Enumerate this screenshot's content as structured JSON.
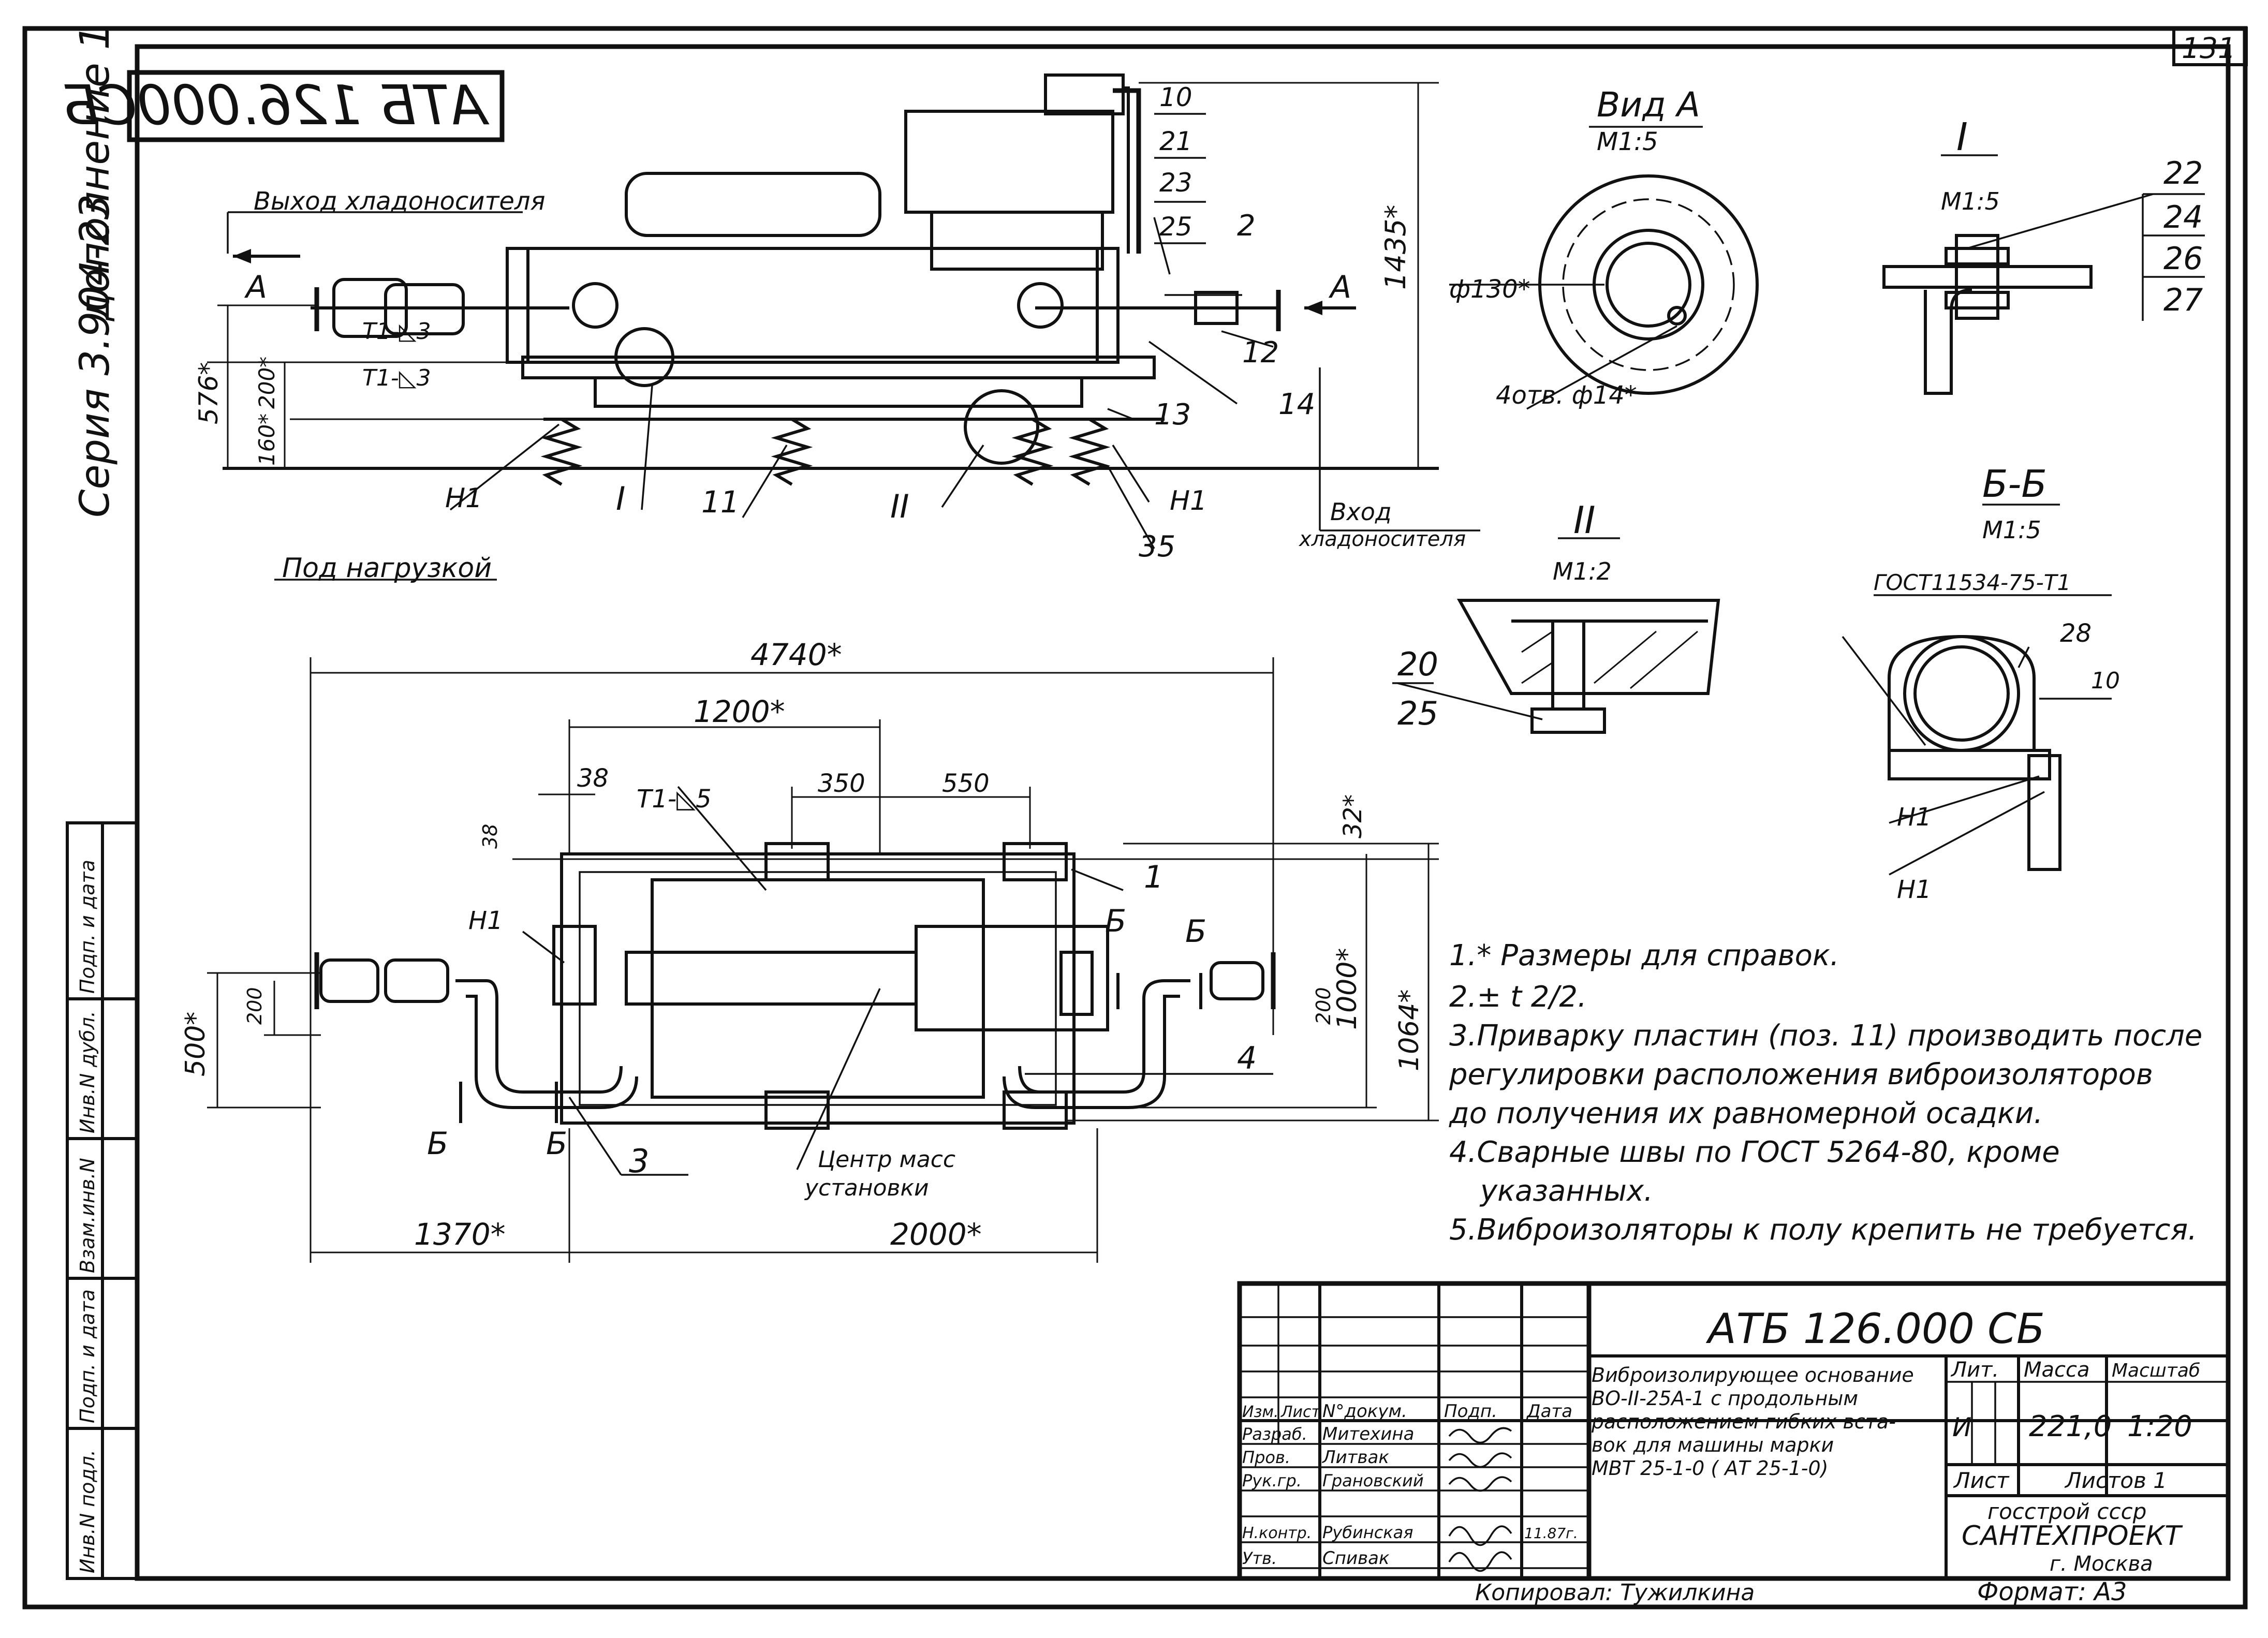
{
  "sheet": {
    "number": "131",
    "stamp_mirrored": "АТБ 126.000СБ",
    "side_addendum": "дополнение 1",
    "side_series": "Серия 3.904-23",
    "side_cells": [
      "Инв.N подл.",
      "Подп. и дата",
      "Взам.инв.N",
      "Инв.N дубл.",
      "Подп. и дата"
    ]
  },
  "top_view": {
    "outlet": "Выход хладоносителя",
    "inlet": "Вход",
    "inlet2": "хладоносителя",
    "under_load": "Под нагрузкой",
    "arrow_a_left": "А",
    "arrow_a_right": "А",
    "weld1": "Т1-◺3",
    "weld2": "Т1-◺3",
    "dims": {
      "h1435": "1435*",
      "h576": "576*",
      "h200": "200*",
      "h160": "160*"
    },
    "callouts": {
      "c10": "10",
      "c21": "21",
      "c23": "23",
      "c25": "25",
      "c2": "2",
      "c12": "12",
      "c14": "14",
      "c13": "13",
      "h1a": "Н1",
      "h1b": "Н1",
      "rI": "I",
      "c11": "11",
      "rII": "II",
      "c35": "35"
    }
  },
  "plan_view": {
    "dims": {
      "d4740": "4740*",
      "d1200": "1200*",
      "d38a": "38",
      "d350": "350",
      "d550": "550",
      "d38b": "38",
      "d32": "32*",
      "d1000": "1000*",
      "d1064": "1064*",
      "d500": "500*",
      "d200a": "200",
      "d200b": "200",
      "d1370": "1370*",
      "d2000": "2000*"
    },
    "weld": "Т1-◺5",
    "callouts": {
      "c1": "1",
      "h1": "Н1",
      "b1": "Б",
      "b2": "Б",
      "b3": "Б",
      "b4": "Б",
      "c3": "3",
      "c4": "4"
    },
    "mass_center": "Центр масс",
    "mass_center2": "установки"
  },
  "view_a": {
    "title": "Вид А",
    "scale": "М1:5",
    "dia": "ф130*",
    "holes": "4отв. ф14*"
  },
  "detail_1": {
    "title": "I",
    "scale": "М1:5",
    "c22": "22",
    "c24": "24",
    "c26": "26",
    "c27": "27"
  },
  "detail_2": {
    "title": "II",
    "scale": "М1:2",
    "c20": "20",
    "c25": "25"
  },
  "section_bb": {
    "title": "Б-Б",
    "scale": "М1:5",
    "gost": "ГОСТ11534-75-Т1",
    "c28": "28",
    "d10": "10",
    "h1a": "Н1",
    "h1b": "Н1"
  },
  "notes": [
    "1.* Размеры для справок.",
    "2.± t 2/2.",
    "3.Приварку пластин (поз. 11) производить после",
    "регулировки расположения виброизоляторов",
    "до получения их равномерной осадки.",
    "4.Сварные швы по ГОСТ 5264-80, кроме",
    "указанных.",
    "5.Виброизоляторы к полу крепить не требуется."
  ],
  "title_block": {
    "doc_code": "АТБ 126.000 СБ",
    "description": [
      "Виброизолирующее основание",
      "ВО-II-25А-1 с продольным",
      "расположением гибких вста-",
      "вок для машины марки",
      "МВТ 25-1-0 ( АТ 25-1-0)"
    ],
    "hdr_izm": "Изм.",
    "hdr_list": "Лист",
    "hdr_ndoc": "N°докум.",
    "hdr_podp": "Подп.",
    "hdr_data": "Дата",
    "r1_role": "Разраб.",
    "r1_name": "Митехина",
    "r2_role": "Пров.",
    "r2_name": "Литвак",
    "r3_role": "Рук.гр.",
    "r3_name": "Грановский",
    "r4_role": "Н.контр.",
    "r4_name": "Рубинская",
    "r4_date": "11.87г.",
    "r5_role": "Утв.",
    "r5_name": "Спивак",
    "lit_label": "Лит.",
    "mass_label": "Масса",
    "scale_label": "Масштаб",
    "lit_value": "И",
    "mass_value": "221,0",
    "scale_value": "1:20",
    "sheet_label": "Лист",
    "sheets_label": "Листов 1",
    "org1": "госстрой  ссср",
    "org2": "САНТЕХПРОЕКТ",
    "org3": "г. Москва",
    "copied": "Копировал: Тужилкина",
    "format": "Формат: А3"
  }
}
